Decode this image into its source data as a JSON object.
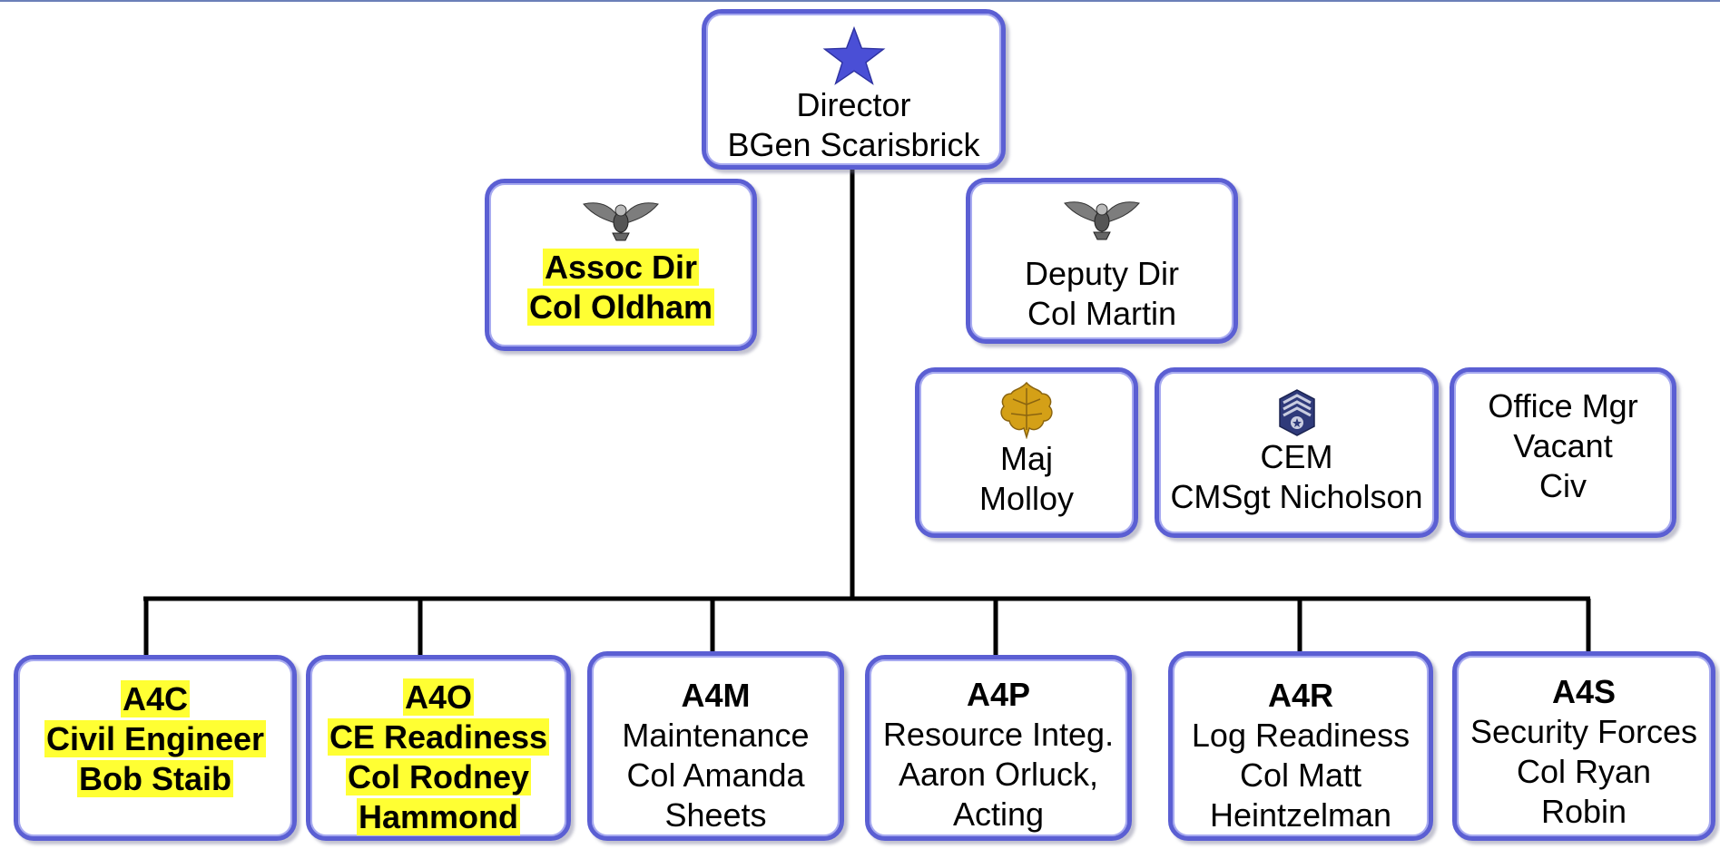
{
  "director": {
    "title": "Director",
    "name": "BGen Scarisbrick",
    "insignia": "star-icon"
  },
  "assoc_dir": {
    "title": "Assoc Dir",
    "name": "Col Oldham",
    "insignia": "eagle-insignia-icon"
  },
  "deputy_dir": {
    "title": "Deputy Dir",
    "name": "Col Martin",
    "insignia": "eagle-insignia-icon"
  },
  "staff": [
    {
      "line1": "Maj",
      "line2": "Molloy",
      "insignia": "oak-leaf-icon"
    },
    {
      "line1": "CEM",
      "line2": "CMSgt Nicholson",
      "insignia": "chief-master-sergeant-chevron-icon"
    },
    {
      "line1": "Office Mgr",
      "line2": "Vacant",
      "line3": "Civ"
    }
  ],
  "divisions": [
    {
      "code": "A4C",
      "lines": [
        "Civil Engineer",
        "Bob Staib"
      ],
      "highlighted": true
    },
    {
      "code": "A4O",
      "lines": [
        "CE Readiness",
        "Col Rodney",
        "Hammond"
      ],
      "highlighted": true
    },
    {
      "code": "A4M",
      "lines": [
        "Maintenance",
        "Col Amanda",
        "Sheets"
      ],
      "highlighted": false
    },
    {
      "code": "A4P",
      "lines": [
        "Resource Integ.",
        "Aaron Orluck,",
        "Acting"
      ],
      "highlighted": false
    },
    {
      "code": "A4R",
      "lines": [
        "Log Readiness",
        "Col Matt",
        "Heintzelman"
      ],
      "highlighted": false
    },
    {
      "code": "A4S",
      "lines": [
        "Security Forces",
        "Col Ryan",
        "Robin"
      ],
      "highlighted": false
    }
  ],
  "colors": {
    "box_border": "#5b5fd3",
    "highlight": "#ffff33",
    "connector": "#000000",
    "star": "#4a4fd6",
    "oak_leaf": "#d4a017",
    "chevron": "#2f3a7a"
  }
}
